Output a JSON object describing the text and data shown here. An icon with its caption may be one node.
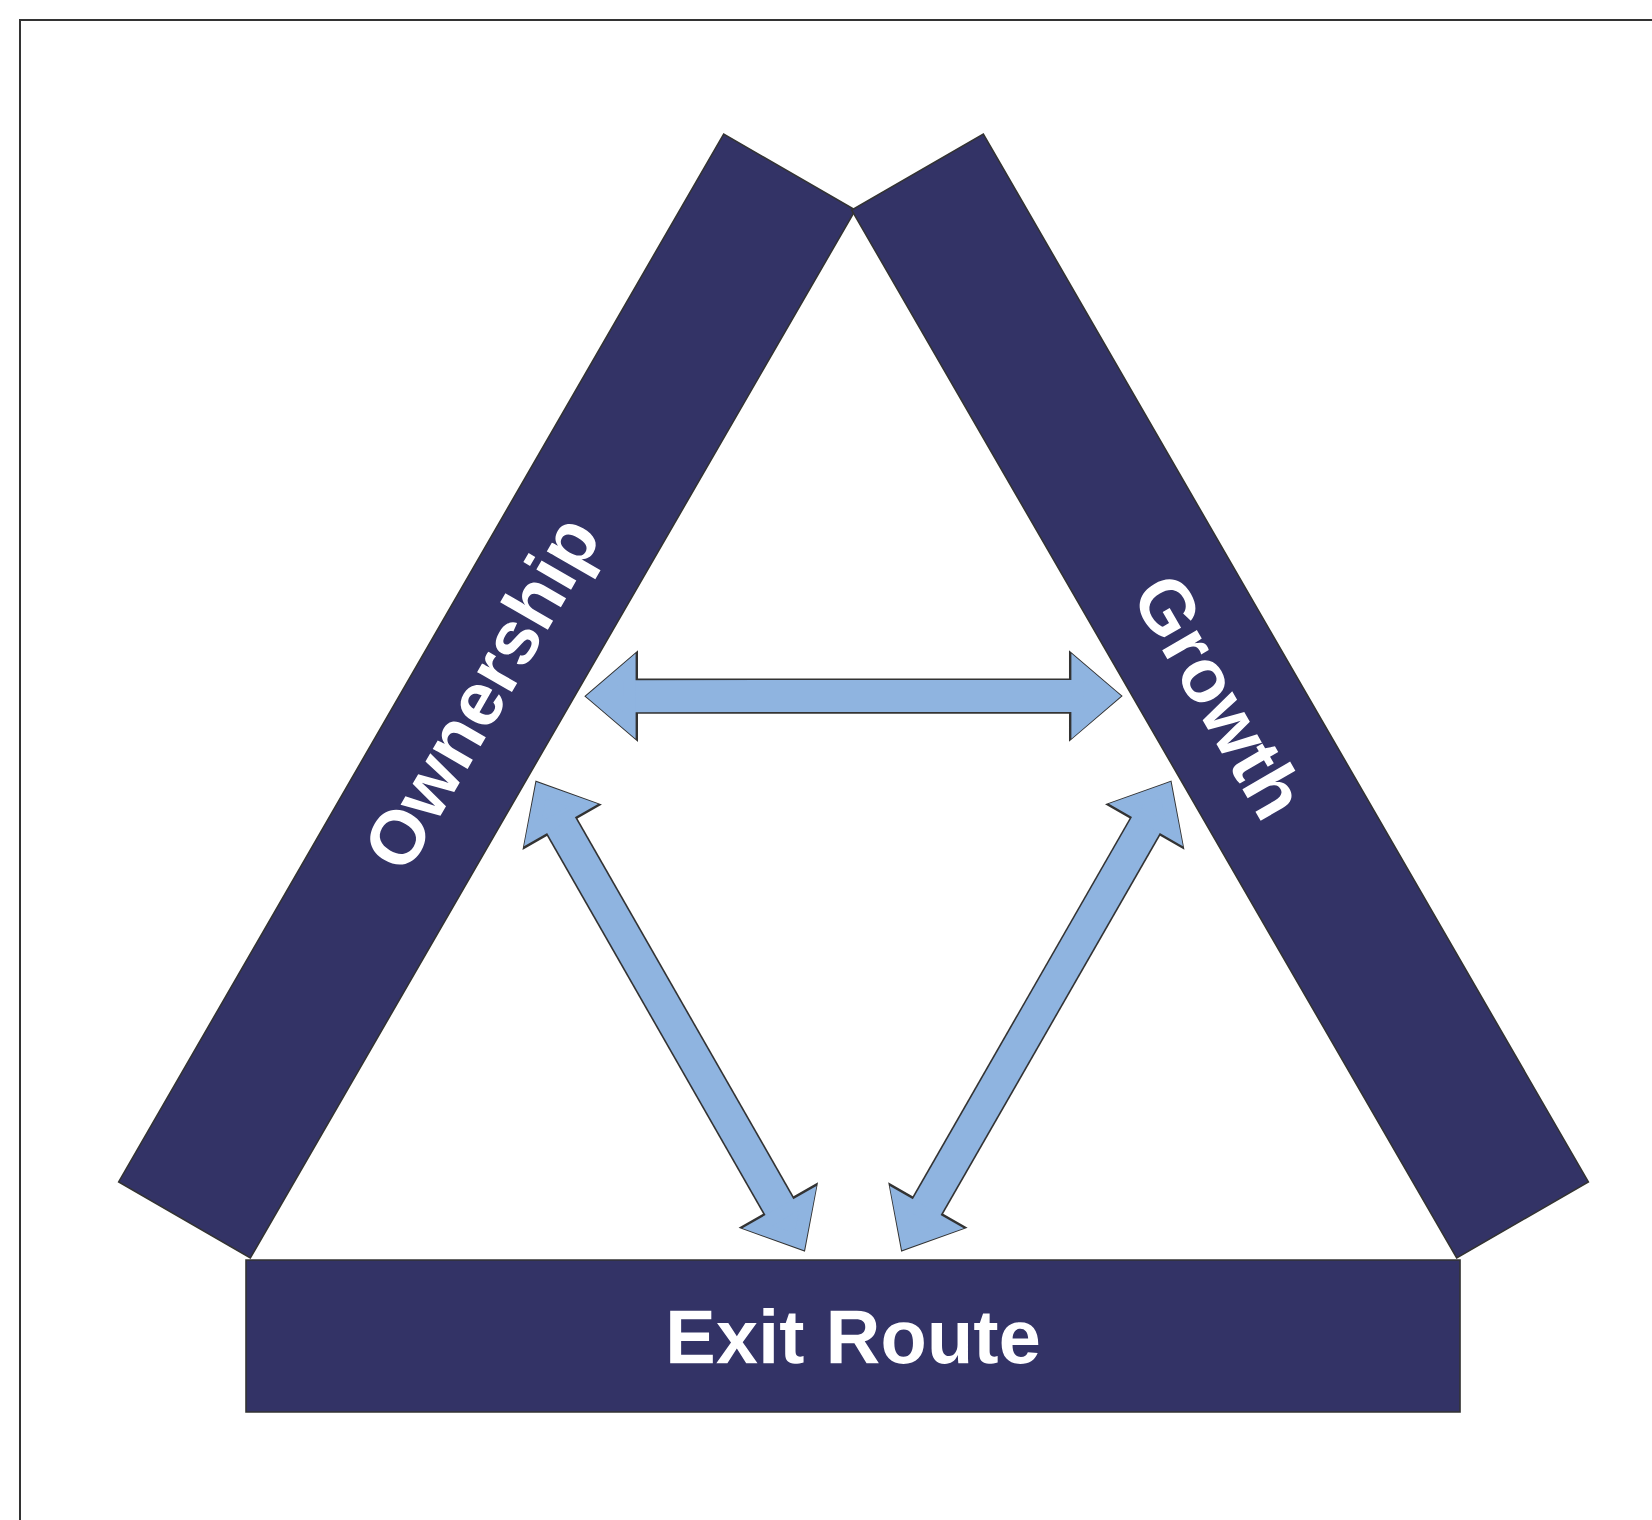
{
  "diagram": {
    "nodes": [
      {
        "text": [
          "Ownership"
        ]
      },
      {
        "text": [
          "Growth"
        ]
      },
      {
        "text": [
          "Exit Route"
        ]
      }
    ],
    "edges": [
      {
        "from": 0,
        "to": 1,
        "arrow": "both"
      },
      {
        "from": 0,
        "to": 2,
        "arrow": "both"
      },
      {
        "from": 1,
        "to": 2,
        "arrow": "both"
      }
    ]
  }
}
